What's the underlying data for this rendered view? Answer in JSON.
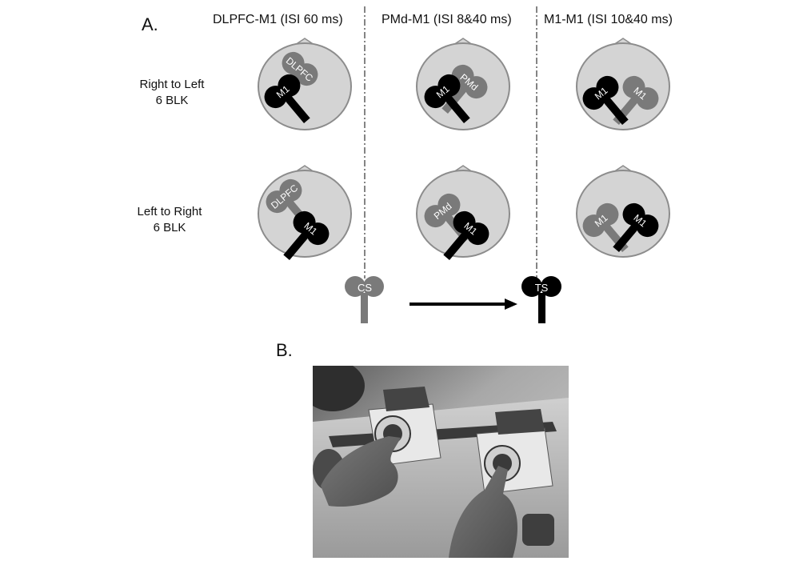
{
  "panel_a": {
    "label": "A.",
    "columns": [
      {
        "header": "DLPFC-M1 (ISI 60 ms)"
      },
      {
        "header": "PMd-M1 (ISI 8&40 ms)"
      },
      {
        "header": "M1-M1 (ISI 10&40 ms)"
      }
    ],
    "rows": [
      {
        "label_line1": "Right to Left",
        "label_line2": "6 BLK"
      },
      {
        "label_line1": "Left to Right",
        "label_line2": "6 BLK"
      }
    ],
    "heads": [
      [
        {
          "cs_label": "DLPFC",
          "ts_label": "M1"
        },
        {
          "cs_label": "PMd",
          "ts_label": "M1"
        },
        {
          "cs_label": "M1",
          "ts_label": "M1"
        }
      ],
      [
        {
          "cs_label": "DLPFC",
          "ts_label": "M1"
        },
        {
          "cs_label": "PMd",
          "ts_label": "M1"
        },
        {
          "cs_label": "M1",
          "ts_label": "M1"
        }
      ]
    ],
    "legend": {
      "cs": "CS",
      "ts": "TS"
    },
    "colors": {
      "head": "#d4d4d4",
      "head_outline": "#8c8c8c",
      "cs_coil": "#7a7a7a",
      "ts_coil": "#000000"
    }
  },
  "panel_b": {
    "label": "B.",
    "photo_description_icon": "hands-on-button-apparatus-photo"
  }
}
